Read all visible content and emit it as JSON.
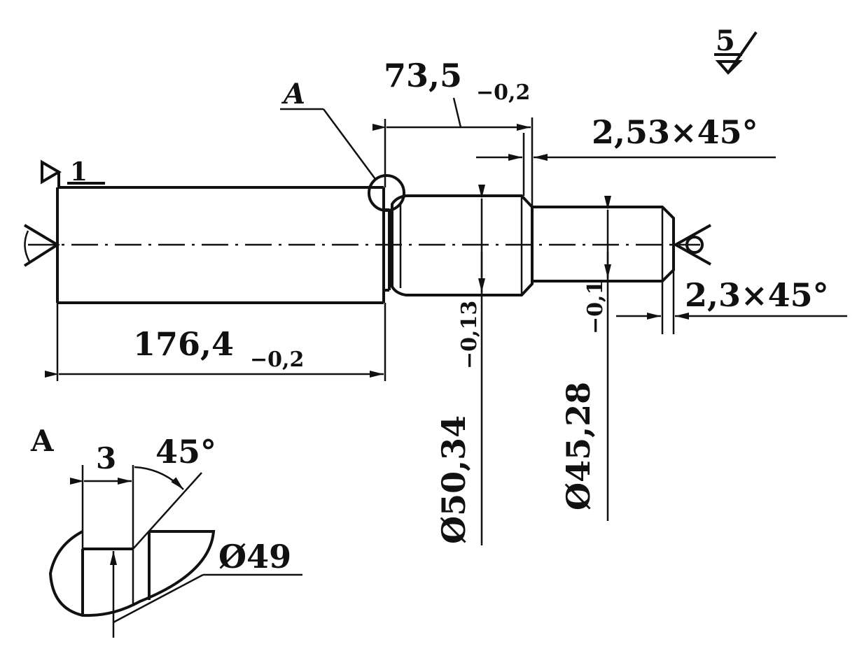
{
  "roughness": {
    "value": "5",
    "shaft_mark": "1"
  },
  "detail_ref": {
    "callout": "A",
    "view_label": "A"
  },
  "dims": {
    "length_main": {
      "base": "176,4",
      "tol": "−0,2"
    },
    "length_step": {
      "base": "73,5",
      "tol": "−0,2"
    },
    "chamfer_large": "2,53×45°",
    "chamfer_small": "2,3×45°",
    "dia_large": {
      "base": "Ø50,34",
      "tol": "−0,13"
    },
    "dia_small": {
      "base": "Ø45,28",
      "tol": "−0,1"
    }
  },
  "detail_dims": {
    "width": "3",
    "angle": "45°",
    "diameter": "Ø49"
  }
}
